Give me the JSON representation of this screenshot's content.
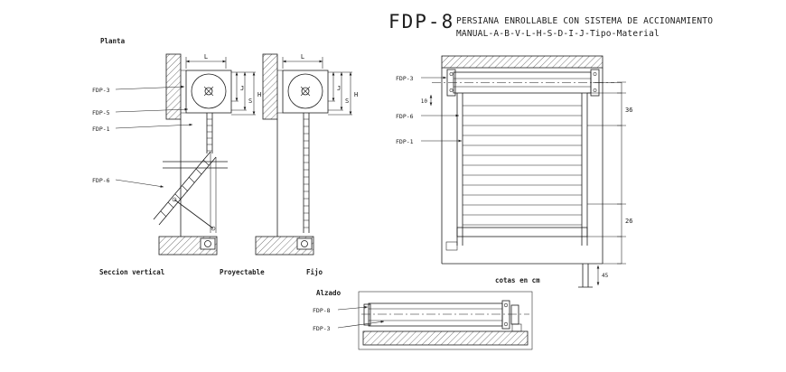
{
  "title": {
    "code": "FDP-8",
    "desc_line1": "PERSIANA ENROLLABLE CON SISTEMA DE ACCIONAMIENTO",
    "desc_line2": "MANUAL-A-B-V-L-H-S-D-I-J-Tipo-Material"
  },
  "captions": {
    "planta": "Planta",
    "seccion_vertical": "Seccion vertical",
    "proyectable": "Proyectable",
    "fijo": "Fijo",
    "alzado": "Alzado",
    "cotas": "cotas en cm"
  },
  "callouts": {
    "fdp1": "FDP-1",
    "fdp3": "FDP-3",
    "fdp5": "FDP-5",
    "fdp6": "FDP-6",
    "fdp8": "FDP-8"
  },
  "dims": {
    "L": "L",
    "J": "J",
    "S": "S",
    "H": "H",
    "n10": "10",
    "n36": "36",
    "n26": "26",
    "n45": "45"
  },
  "colors": {
    "ink": "#1c1c1c",
    "background": "#ffffff"
  }
}
